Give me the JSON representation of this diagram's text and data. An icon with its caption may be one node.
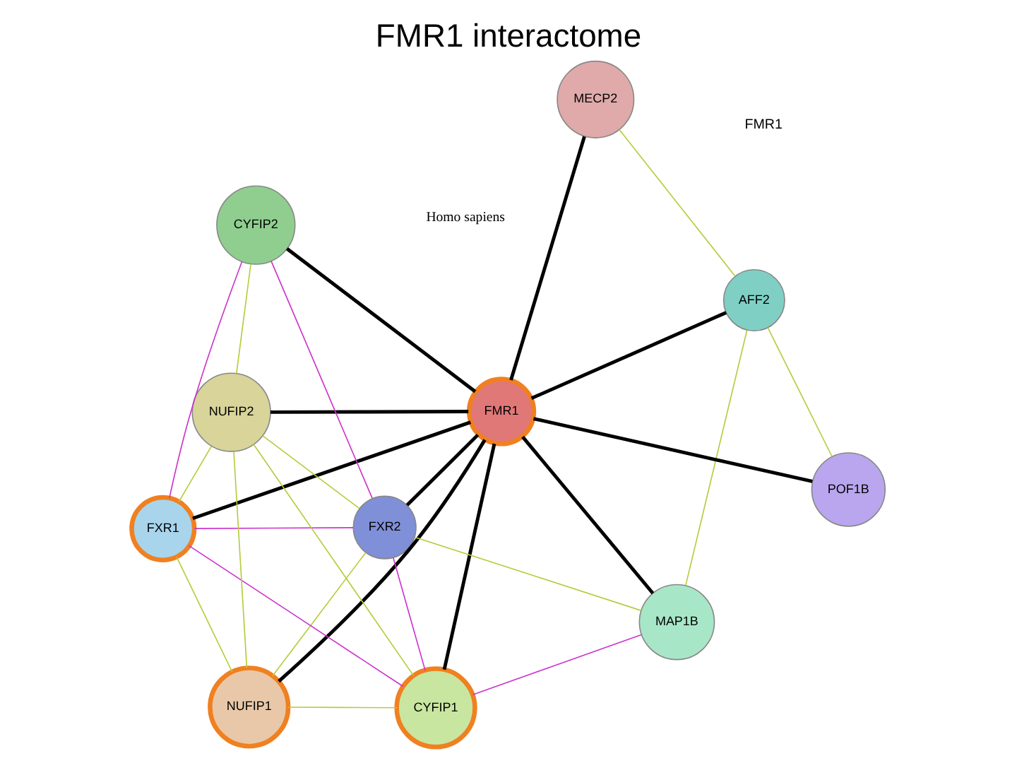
{
  "diagram": {
    "title": "FMR1 interactome",
    "nodes": [
      {
        "text": [
          "MECP2"
        ]
      },
      {
        "text": [
          "AFF2"
        ]
      },
      {
        "text": [
          "POF1B"
        ]
      },
      {
        "text": [
          "FMR1"
        ]
      },
      {
        "text": [
          "CYFIP2"
        ]
      },
      {
        "text": [
          "NUFIP2"
        ]
      },
      {
        "text": [
          "FXR2"
        ]
      },
      {
        "text": [
          "MAP1B"
        ]
      },
      {
        "text": [
          "FXR1"
        ]
      },
      {
        "text": [
          "CYFIP1"
        ]
      },
      {
        "text": [
          "NUFIP1"
        ]
      }
    ],
    "edges": [
      {
        "from": 3,
        "to": 0,
        "arrow": "none",
        "style": "thick",
        "color": "#000000"
      },
      {
        "from": 3,
        "to": 1,
        "arrow": "none",
        "style": "thick",
        "color": "#000000"
      },
      {
        "from": 3,
        "to": 2,
        "arrow": "none",
        "style": "thick",
        "color": "#000000"
      },
      {
        "from": 3,
        "to": 4,
        "arrow": "none",
        "style": "thick",
        "color": "#000000"
      },
      {
        "from": 3,
        "to": 5,
        "arrow": "none",
        "style": "thick",
        "color": "#000000"
      },
      {
        "from": 3,
        "to": 6,
        "arrow": "none",
        "style": "thick",
        "color": "#000000"
      },
      {
        "from": 3,
        "to": 7,
        "arrow": "none",
        "style": "thick",
        "color": "#000000"
      },
      {
        "from": 3,
        "to": 8,
        "arrow": "none",
        "style": "thick",
        "color": "#000000"
      },
      {
        "from": 3,
        "to": 9,
        "arrow": "none",
        "style": "thick",
        "color": "#000000"
      },
      {
        "from": 3,
        "to": 10,
        "arrow": "none",
        "style": "thick",
        "color": "#000000"
      },
      {
        "from": 0,
        "to": 1,
        "arrow": "none"
      },
      {
        "from": 1,
        "to": 2,
        "arrow": "none"
      },
      {
        "from": 1,
        "to": 7,
        "arrow": "none"
      },
      {
        "from": 4,
        "to": 6,
        "arrow": "none",
        "color": "#cc33cc"
      },
      {
        "from": 4,
        "to": 8,
        "arrow": "none",
        "color": "#cc33cc"
      },
      {
        "from": 4,
        "to": 5,
        "arrow": "none"
      },
      {
        "from": 6,
        "to": 5,
        "arrow": "none"
      },
      {
        "from": 6,
        "to": 7,
        "arrow": "none"
      },
      {
        "from": 6,
        "to": 10,
        "arrow": "none"
      },
      {
        "from": 6,
        "to": 9,
        "arrow": "none",
        "color": "#cc33cc"
      },
      {
        "from": 6,
        "to": 8,
        "arrow": "none",
        "color": "#cc33cc"
      },
      {
        "from": 8,
        "to": 10,
        "arrow": "none"
      },
      {
        "from": 8,
        "to": 9,
        "arrow": "none",
        "color": "#cc33cc"
      },
      {
        "from": 8,
        "to": 5,
        "arrow": "none"
      },
      {
        "from": 9,
        "to": 7,
        "arrow": "none",
        "color": "#cc33cc"
      },
      {
        "from": 9,
        "to": 5,
        "arrow": "none"
      },
      {
        "from": 10,
        "to": 5,
        "arrow": "none"
      },
      {
        "from": 10,
        "to": 9,
        "arrow": "none"
      }
    ],
    "labels": [
      "FMR1",
      "Homo sapiens"
    ]
  }
}
